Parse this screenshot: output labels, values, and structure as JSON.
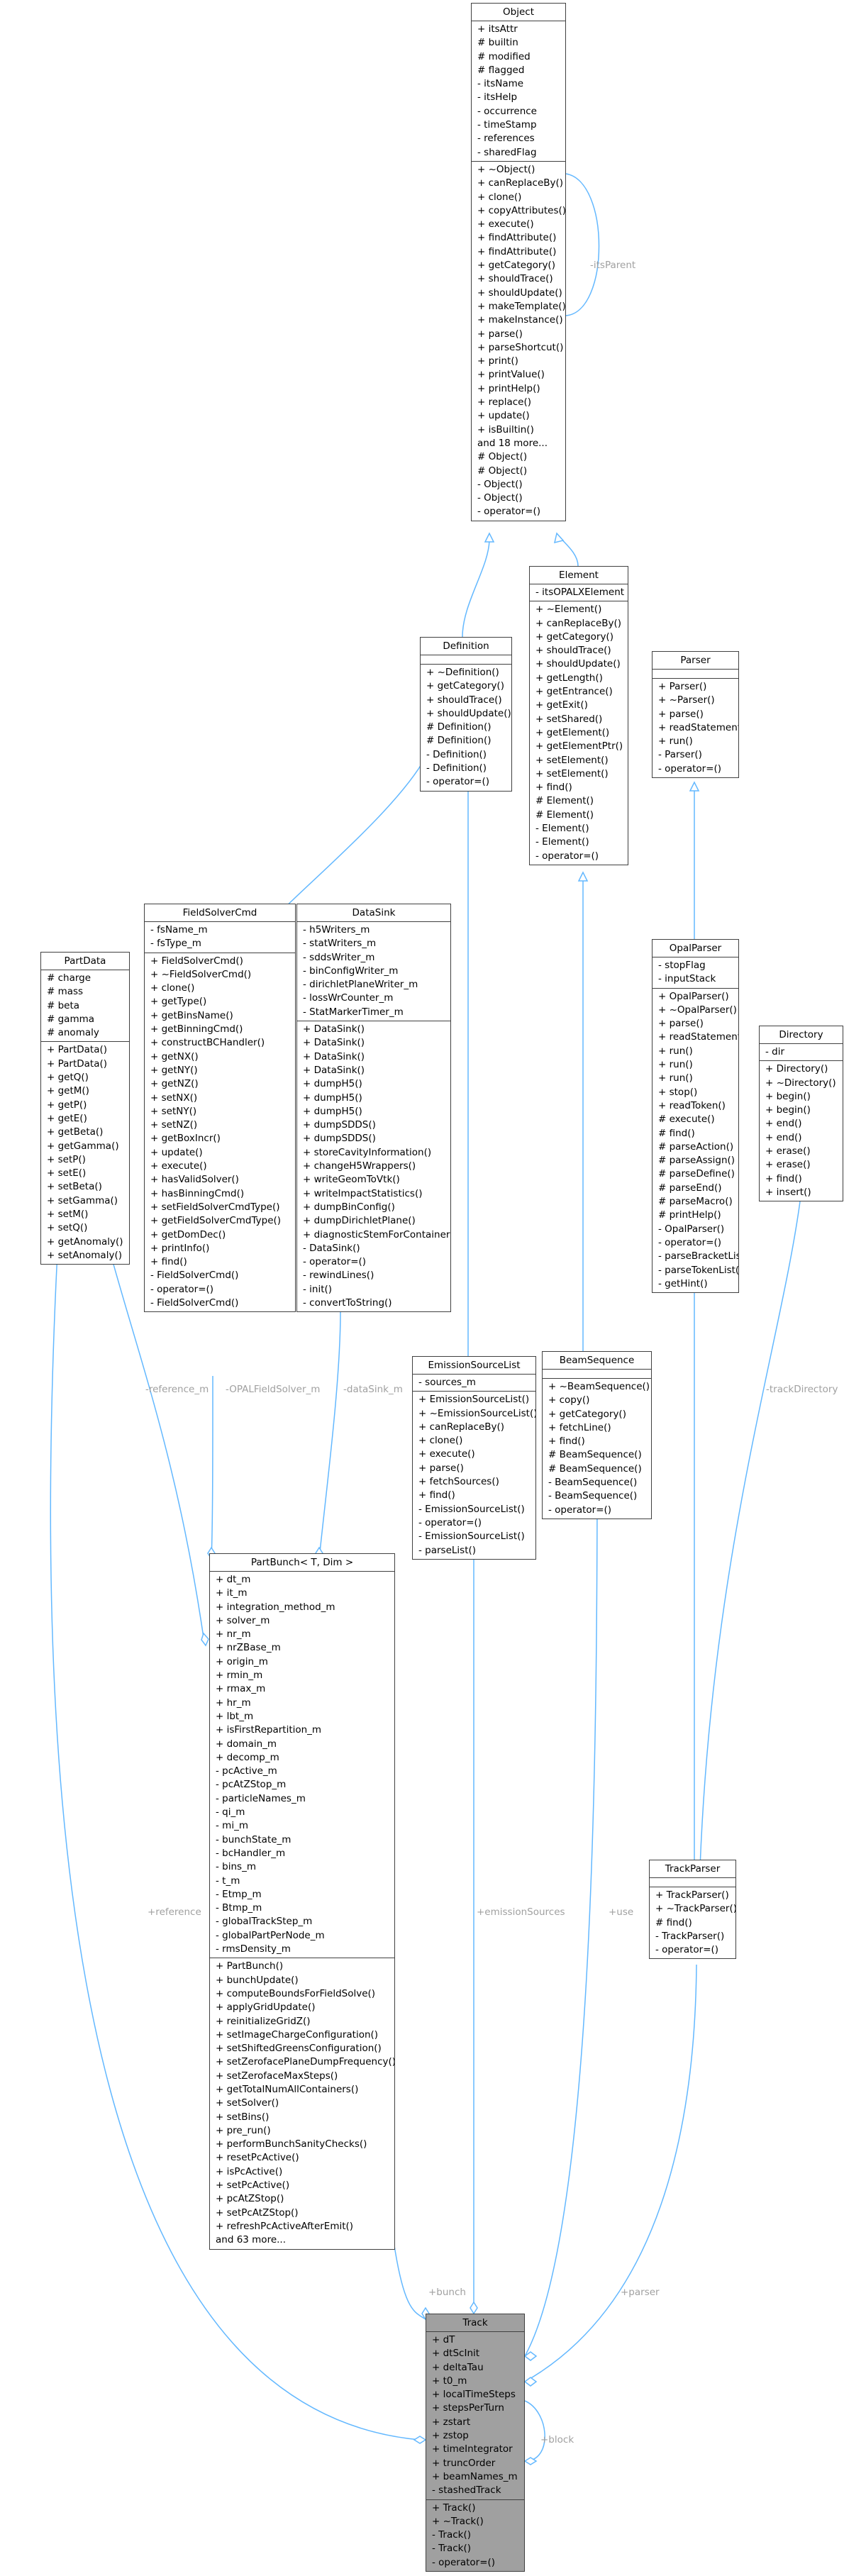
{
  "diagram": {
    "edge_color": "#63b8ff",
    "classes": [
      {
        "id": "object",
        "name": "Object",
        "highlight": false,
        "attributes": [
          "+ itsAttr",
          "# builtin",
          "# modified",
          "# flagged",
          "- itsName",
          "- itsHelp",
          "- occurrence",
          "- timeStamp",
          "- references",
          "- sharedFlag"
        ],
        "operations": [
          "+ ~Object()",
          "+ canReplaceBy()",
          "+ clone()",
          "+ copyAttributes()",
          "+ execute()",
          "+ findAttribute()",
          "+ findAttribute()",
          "+ getCategory()",
          "+ shouldTrace()",
          "+ shouldUpdate()",
          "+ makeTemplate()",
          "+ makeInstance()",
          "+ parse()",
          "+ parseShortcut()",
          "+ print()",
          "+ printValue()",
          "+ printHelp()",
          "+ replace()",
          "+ update()",
          "+ isBuiltin()",
          "and 18 more...",
          "# Object()",
          "# Object()",
          "- Object()",
          "- Object()",
          "- operator=()"
        ]
      },
      {
        "id": "definition",
        "name": "Definition",
        "highlight": false,
        "attributes": [],
        "operations": [
          "+ ~Definition()",
          "+ getCategory()",
          "+ shouldTrace()",
          "+ shouldUpdate()",
          "# Definition()",
          "# Definition()",
          "- Definition()",
          "- Definition()",
          "- operator=()"
        ]
      },
      {
        "id": "element",
        "name": "Element",
        "highlight": false,
        "attributes": [
          "- itsOPALXElement"
        ],
        "operations": [
          "+ ~Element()",
          "+ canReplaceBy()",
          "+ getCategory()",
          "+ shouldTrace()",
          "+ shouldUpdate()",
          "+ getLength()",
          "+ getEntrance()",
          "+ getExit()",
          "+ setShared()",
          "+ getElement()",
          "+ getElementPtr()",
          "+ setElement()",
          "+ setElement()",
          "+ find()",
          "# Element()",
          "# Element()",
          "- Element()",
          "- Element()",
          "- operator=()"
        ]
      },
      {
        "id": "parser",
        "name": "Parser",
        "highlight": false,
        "attributes": [],
        "operations": [
          "+ Parser()",
          "+ ~Parser()",
          "+ parse()",
          "+ readStatement()",
          "+ run()",
          "- Parser()",
          "- operator=()"
        ]
      },
      {
        "id": "fieldsolvercmd",
        "name": "FieldSolverCmd",
        "highlight": false,
        "attributes": [
          "- fsName_m",
          "- fsType_m"
        ],
        "operations": [
          "+ FieldSolverCmd()",
          "+ ~FieldSolverCmd()",
          "+ clone()",
          "+ getType()",
          "+ getBinsName()",
          "+ getBinningCmd()",
          "+ constructBCHandler()",
          "+ getNX()",
          "+ getNY()",
          "+ getNZ()",
          "+ setNX()",
          "+ setNY()",
          "+ setNZ()",
          "+ getBoxIncr()",
          "+ update()",
          "+ execute()",
          "+ hasValidSolver()",
          "+ hasBinningCmd()",
          "+ setFieldSolverCmdType()",
          "+ getFieldSolverCmdType()",
          "+ getDomDec()",
          "+ printInfo()",
          "+ find()",
          "- FieldSolverCmd()",
          "- operator=()",
          "- FieldSolverCmd()"
        ]
      },
      {
        "id": "datasink",
        "name": "DataSink",
        "highlight": false,
        "attributes": [
          "- h5Writers_m",
          "- statWriters_m",
          "- sddsWriter_m",
          "- binConfigWriter_m",
          "- dirichletPlaneWriter_m",
          "- lossWrCounter_m",
          "- StatMarkerTimer_m"
        ],
        "operations": [
          "+ DataSink()",
          "+ DataSink()",
          "+ DataSink()",
          "+ DataSink()",
          "+ dumpH5()",
          "+ dumpH5()",
          "+ dumpH5()",
          "+ dumpSDDS()",
          "+ dumpSDDS()",
          "+ storeCavityInformation()",
          "+ changeH5Wrappers()",
          "+ writeGeomToVtk()",
          "+ writeImpactStatistics()",
          "+ dumpBinConfig()",
          "+ dumpDirichletPlane()",
          "+ diagnosticStemForContainer()",
          "- DataSink()",
          "- operator=()",
          "- rewindLines()",
          "- init()",
          "- convertToString()"
        ]
      },
      {
        "id": "partdata",
        "name": "PartData",
        "highlight": false,
        "attributes": [
          "# charge",
          "# mass",
          "# beta",
          "# gamma",
          "# anomaly"
        ],
        "operations": [
          "+ PartData()",
          "+ PartData()",
          "+ getQ()",
          "+ getM()",
          "+ getP()",
          "+ getE()",
          "+ getBeta()",
          "+ getGamma()",
          "+ setP()",
          "+ setE()",
          "+ setBeta()",
          "+ setGamma()",
          "+ setM()",
          "+ setQ()",
          "+ getAnomaly()",
          "+ setAnomaly()"
        ]
      },
      {
        "id": "opalparser",
        "name": "OpalParser",
        "highlight": false,
        "attributes": [
          "- stopFlag",
          "- inputStack"
        ],
        "operations": [
          "+ OpalParser()",
          "+ ~OpalParser()",
          "+ parse()",
          "+ readStatement()",
          "+ run()",
          "+ run()",
          "+ run()",
          "+ stop()",
          "+ readToken()",
          "# execute()",
          "# find()",
          "# parseAction()",
          "# parseAssign()",
          "# parseDefine()",
          "# parseEnd()",
          "# parseMacro()",
          "# printHelp()",
          "- OpalParser()",
          "- operator=()",
          "- parseBracketList()",
          "- parseTokenList()",
          "- getHint()"
        ]
      },
      {
        "id": "directory",
        "name": "Directory",
        "highlight": false,
        "attributes": [
          "- dir"
        ],
        "operations": [
          "+ Directory()",
          "+ ~Directory()",
          "+ begin()",
          "+ begin()",
          "+ end()",
          "+ end()",
          "+ erase()",
          "+ erase()",
          "+ find()",
          "+ insert()"
        ]
      },
      {
        "id": "emissionsourcelist",
        "name": "EmissionSourceList",
        "highlight": false,
        "attributes": [
          "- sources_m"
        ],
        "operations": [
          "+ EmissionSourceList()",
          "+ ~EmissionSourceList()",
          "+ canReplaceBy()",
          "+ clone()",
          "+ execute()",
          "+ parse()",
          "+ fetchSources()",
          "+ find()",
          "- EmissionSourceList()",
          "- operator=()",
          "- EmissionSourceList()",
          "- parseList()"
        ]
      },
      {
        "id": "beamsequence",
        "name": "BeamSequence",
        "highlight": false,
        "attributes": [],
        "operations": [
          "+ ~BeamSequence()",
          "+ copy()",
          "+ getCategory()",
          "+ fetchLine()",
          "+ find()",
          "# BeamSequence()",
          "# BeamSequence()",
          "- BeamSequence()",
          "- BeamSequence()",
          "- operator=()"
        ]
      },
      {
        "id": "partbunch",
        "name": "PartBunch< T, Dim >",
        "highlight": false,
        "attributes": [
          "+ dt_m",
          "+ it_m",
          "+ integration_method_m",
          "+ solver_m",
          "+ nr_m",
          "+ nrZBase_m",
          "+ origin_m",
          "+ rmin_m",
          "+ rmax_m",
          "+ hr_m",
          "+ lbt_m",
          "+ isFirstRepartition_m",
          "+ domain_m",
          "+ decomp_m",
          "- pcActive_m",
          "- pcAtZStop_m",
          "- particleNames_m",
          "- qi_m",
          "- mi_m",
          "- bunchState_m",
          "- bcHandler_m",
          "- bins_m",
          "- t_m",
          "- Etmp_m",
          "- Btmp_m",
          "- globalTrackStep_m",
          "- globalPartPerNode_m",
          "- rmsDensity_m"
        ],
        "operations": [
          "+ PartBunch()",
          "+ bunchUpdate()",
          "+ computeBoundsForFieldSolve()",
          "+ applyGridUpdate()",
          "+ reinitializeGridZ()",
          "+ setImageChargeConfiguration()",
          "+ setShiftedGreensConfiguration()",
          "+ setZerofacePlaneDumpFrequency()",
          "+ setZerofaceMaxSteps()",
          "+ getTotalNumAllContainers()",
          "+ setSolver()",
          "+ setBins()",
          "+ pre_run()",
          "+ performBunchSanityChecks()",
          "+ resetPcActive()",
          "+ isPcActive()",
          "+ setPcActive()",
          "+ pcAtZStop()",
          "+ setPcAtZStop()",
          "+ refreshPcActiveAfterEmit()",
          "and 63 more..."
        ]
      },
      {
        "id": "trackparser",
        "name": "TrackParser",
        "highlight": false,
        "attributes": [],
        "operations": [
          "+ TrackParser()",
          "+ ~TrackParser()",
          "# find()",
          "- TrackParser()",
          "- operator=()"
        ]
      },
      {
        "id": "track",
        "name": "Track",
        "highlight": true,
        "attributes": [
          "+ dT",
          "+ dtScInit",
          "+ deltaTau",
          "+ t0_m",
          "+ localTimeSteps",
          "+ stepsPerTurn",
          "+ zstart",
          "+ zstop",
          "+ timeIntegrator",
          "+ truncOrder",
          "+ beamNames_m",
          "- stashedTrack"
        ],
        "operations": [
          "+ Track()",
          "+ ~Track()",
          "- Track()",
          "- Track()",
          "- operator=()"
        ]
      }
    ],
    "edge_labels": {
      "itsParent": "-itsParent",
      "reference_m": "-reference_m",
      "opalfieldsolver": "-OPALFieldSolver_m",
      "datasink": "-dataSink_m",
      "trackdirectory": "-trackDirectory",
      "reference": "+reference",
      "emissionsources": "+emissionSources",
      "use": "+use",
      "parser": "+parser",
      "bunch": "+bunch",
      "block": "+block"
    }
  }
}
